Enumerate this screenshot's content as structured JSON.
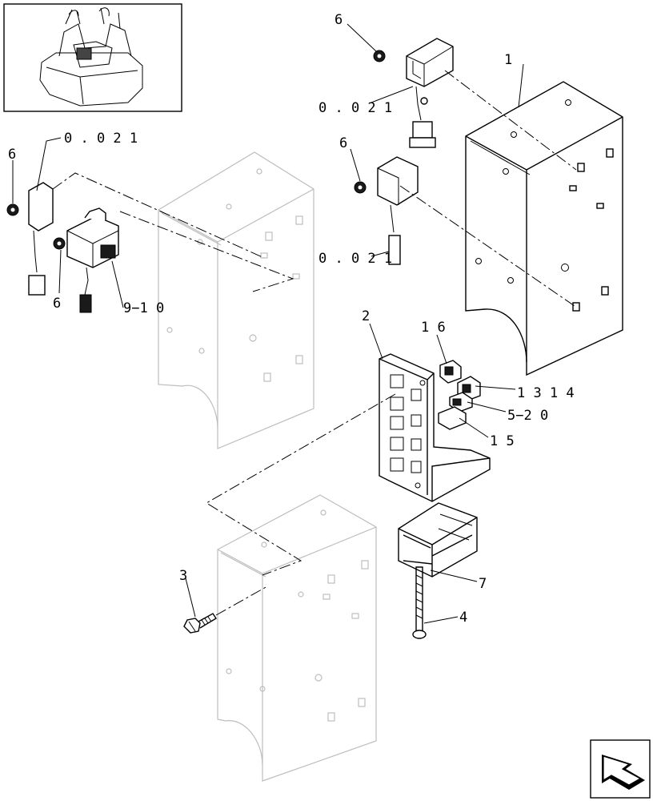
{
  "callouts": [
    {
      "id": "c-ref-top",
      "text": "0 . 0 2 1"
    },
    {
      "id": "c-ref-mid",
      "text": "0 . 0 2 1"
    },
    {
      "id": "c-ref-left",
      "text": "0 . 0 2 1"
    },
    {
      "id": "c-1",
      "text": "1"
    },
    {
      "id": "c-2",
      "text": "2"
    },
    {
      "id": "c-3",
      "text": "3"
    },
    {
      "id": "c-4",
      "text": "4"
    },
    {
      "id": "c-6-top",
      "text": "6"
    },
    {
      "id": "c-6-mid",
      "text": "6"
    },
    {
      "id": "c-6-left",
      "text": "6"
    },
    {
      "id": "c-6-lower",
      "text": "6"
    },
    {
      "id": "c-7",
      "text": "7"
    },
    {
      "id": "c-9-10",
      "text": "9−1 0"
    },
    {
      "id": "c-16",
      "text": "1 6"
    },
    {
      "id": "c-13-14",
      "text": "1 3 1 4"
    },
    {
      "id": "c-5-20",
      "text": "5−2 0"
    },
    {
      "id": "c-15",
      "text": "1 5"
    }
  ]
}
